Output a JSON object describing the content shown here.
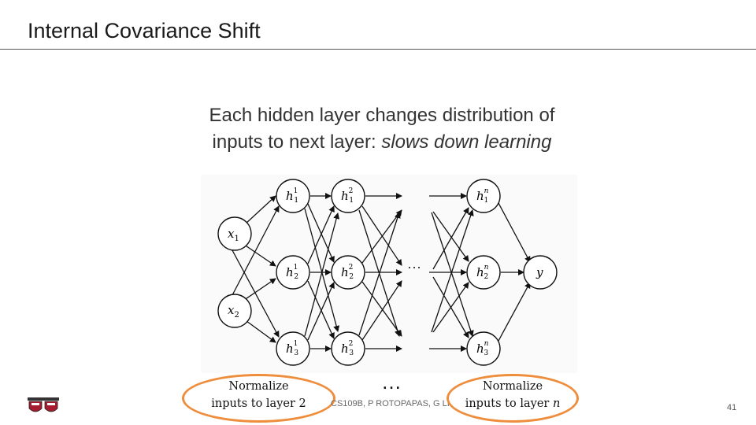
{
  "slide": {
    "title": "Internal Covariance Shift",
    "subtitle_line1": "Each hidden layer changes distribution of",
    "subtitle_line2_plain": "inputs to next layer: ",
    "subtitle_line2_italic": "slows down learning",
    "callout_left_line1": "Normalize",
    "callout_left_line2": "inputs to layer 2",
    "callout_right_line1": "Normalize",
    "callout_right_line2_plain": "inputs to layer ",
    "callout_right_line2_math": "n",
    "middle_ellipsis": "…",
    "footer": "CS109B, P ROTOPAPAS, G LIC",
    "page_number": "41"
  },
  "diagram": {
    "between_layers_ellipsis": "⋯",
    "nodes": {
      "x1": "x",
      "x1_sub": "1",
      "x2": "x",
      "x2_sub": "2",
      "h": "h",
      "y": "y",
      "h11_sup": "1",
      "h11_sub": "1",
      "h12_sup": "1",
      "h12_sub": "2",
      "h13_sup": "1",
      "h13_sub": "3",
      "h21_sup": "2",
      "h21_sub": "1",
      "h22_sup": "2",
      "h22_sub": "2",
      "h23_sup": "2",
      "h23_sub": "3",
      "hn1_sup": "n",
      "hn1_sub": "1",
      "hn2_sup": "n",
      "hn2_sub": "2",
      "hn3_sup": "n",
      "hn3_sub": "3"
    },
    "colors": {
      "edge": "#111111",
      "node_fill": "#ffffff",
      "callout_border": "#ee8d3c"
    }
  }
}
